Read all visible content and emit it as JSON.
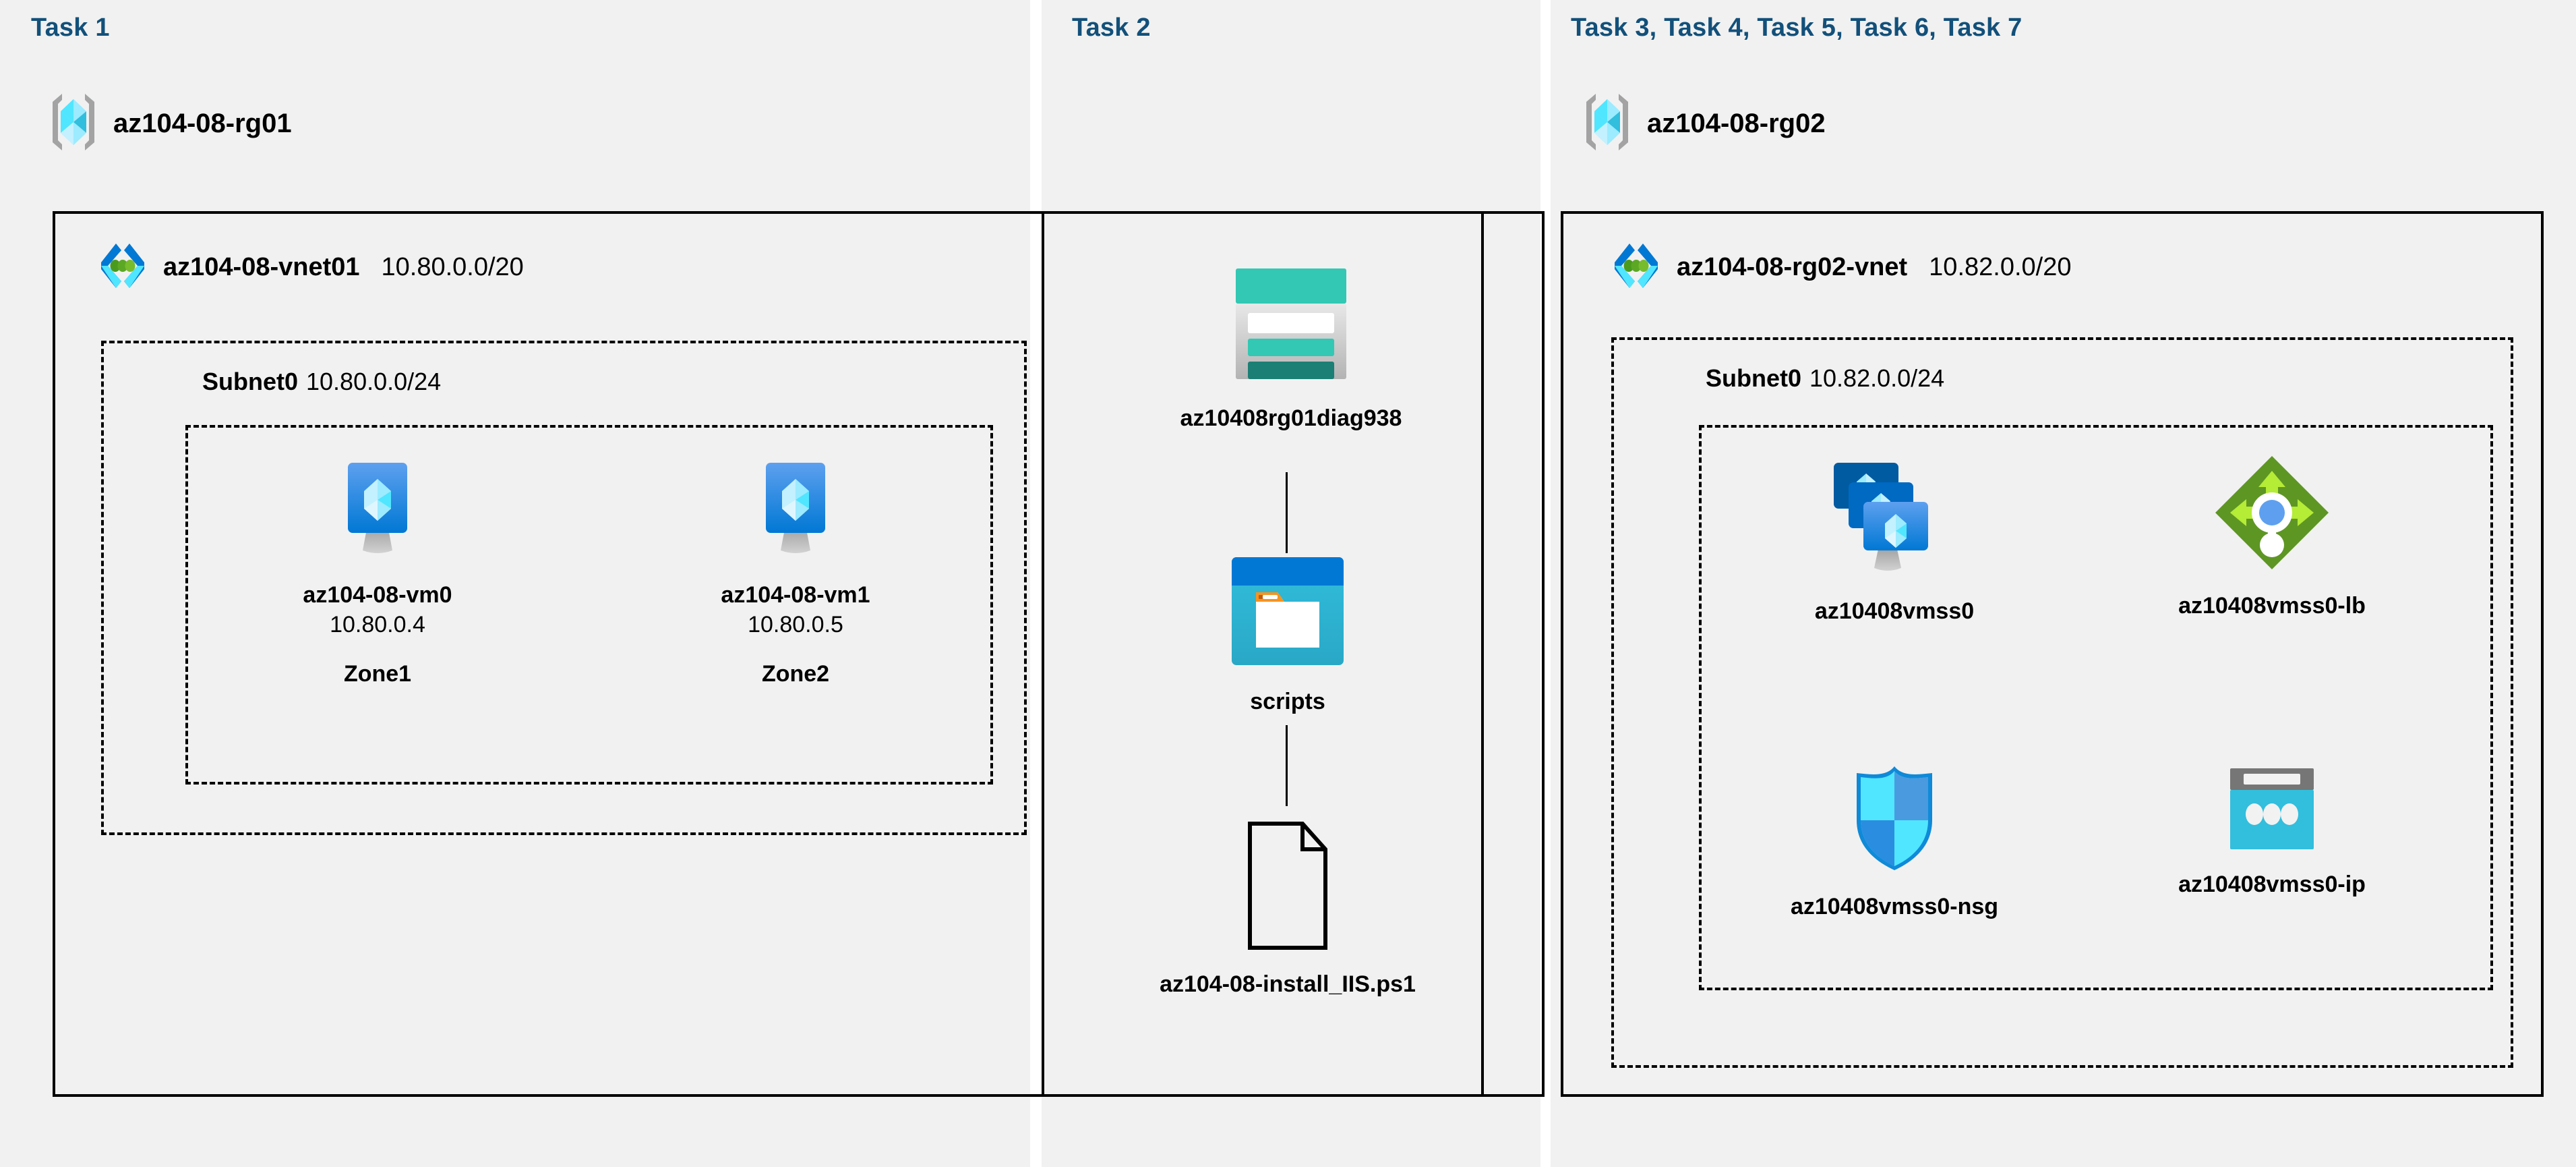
{
  "diagram": {
    "background_color": "#f1f1f1",
    "title_color": "#12507a",
    "border_color": "#000000"
  },
  "panels": [
    {
      "id": "task1",
      "title": "Task 1"
    },
    {
      "id": "task2",
      "title": "Task 2"
    },
    {
      "id": "task3",
      "title": "Task 3, Task 4, Task 5, Task 6, Task 7"
    }
  ],
  "resource_groups": [
    {
      "name": "az104-08-rg01",
      "icon": "resource-group-icon"
    },
    {
      "name": "az104-08-rg02",
      "icon": "resource-group-icon"
    }
  ],
  "vnets": [
    {
      "name": "az104-08-vnet01",
      "cidr": "10.80.0.0/20",
      "icon": "virtual-network-icon"
    },
    {
      "name": "az104-08-rg02-vnet",
      "cidr": "10.82.0.0/20",
      "icon": "virtual-network-icon"
    }
  ],
  "subnets": [
    {
      "name": "Subnet0",
      "cidr": "10.80.0.0/24"
    },
    {
      "name": "Subnet0",
      "cidr": "10.82.0.0/24"
    }
  ],
  "vms": [
    {
      "name": "az104-08-vm0",
      "ip": "10.80.0.4",
      "zone": "Zone1",
      "icon": "virtual-machine-icon"
    },
    {
      "name": "az104-08-vm1",
      "ip": "10.80.0.5",
      "zone": "Zone2",
      "icon": "virtual-machine-icon"
    }
  ],
  "storage": {
    "account": {
      "name": "az10408rg01diag938",
      "icon": "storage-account-icon"
    },
    "container": {
      "name": "scripts",
      "icon": "blob-container-icon"
    },
    "file": {
      "name": "az104-08-install_IIS.ps1",
      "icon": "file-icon"
    }
  },
  "rg02_resources": [
    {
      "name": "az10408vmss0",
      "icon": "vm-scale-set-icon"
    },
    {
      "name": "az10408vmss0-lb",
      "icon": "load-balancer-icon"
    },
    {
      "name": "az10408vmss0-nsg",
      "icon": "network-security-group-icon"
    },
    {
      "name": "az10408vmss0-ip",
      "icon": "public-ip-address-icon"
    }
  ],
  "colors": {
    "azure_blue": "#0078d4",
    "cyan": "#32bedd",
    "light_cyan": "#9cebff",
    "teal": "#32c8b4",
    "dark_teal": "#1b7f75",
    "green": "#5e9624",
    "light_green": "#b4ec36",
    "orange": "#f7931e",
    "gray": "#767676"
  }
}
